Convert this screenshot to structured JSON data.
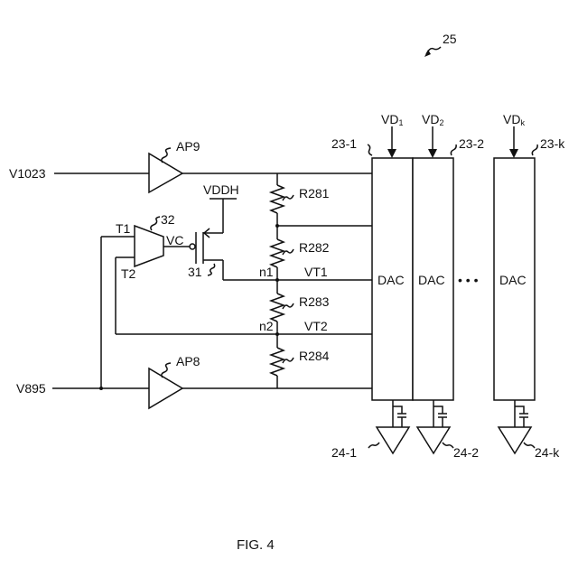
{
  "figure": {
    "caption": "FIG. 4",
    "reference_number": "25"
  },
  "inputs": {
    "top": "V1023",
    "bottom": "V895"
  },
  "amplifiers": {
    "top": "AP9",
    "bottom": "AP8",
    "comparator": "32",
    "comparator_in1": "T1",
    "comparator_in2": "T2",
    "comparator_out": "VC"
  },
  "transistor": {
    "label": "31",
    "supply": "VDDH"
  },
  "resistors": [
    "R281",
    "R282",
    "R283",
    "R284"
  ],
  "nodes": {
    "n1": "n1",
    "n2": "n2",
    "vt1": "VT1",
    "vt2": "VT2"
  },
  "dacs": [
    {
      "ref": "23-1",
      "label": "DAC",
      "vd": "VD",
      "vd_sub": "1",
      "out": "24-1"
    },
    {
      "ref": "23-2",
      "label": "DAC",
      "vd": "VD",
      "vd_sub": "2",
      "out": "24-2"
    },
    {
      "ref": "23-k",
      "label": "DAC",
      "vd": "VD",
      "vd_sub": "k",
      "out": "24-k"
    }
  ],
  "ellipsis": "• • •"
}
